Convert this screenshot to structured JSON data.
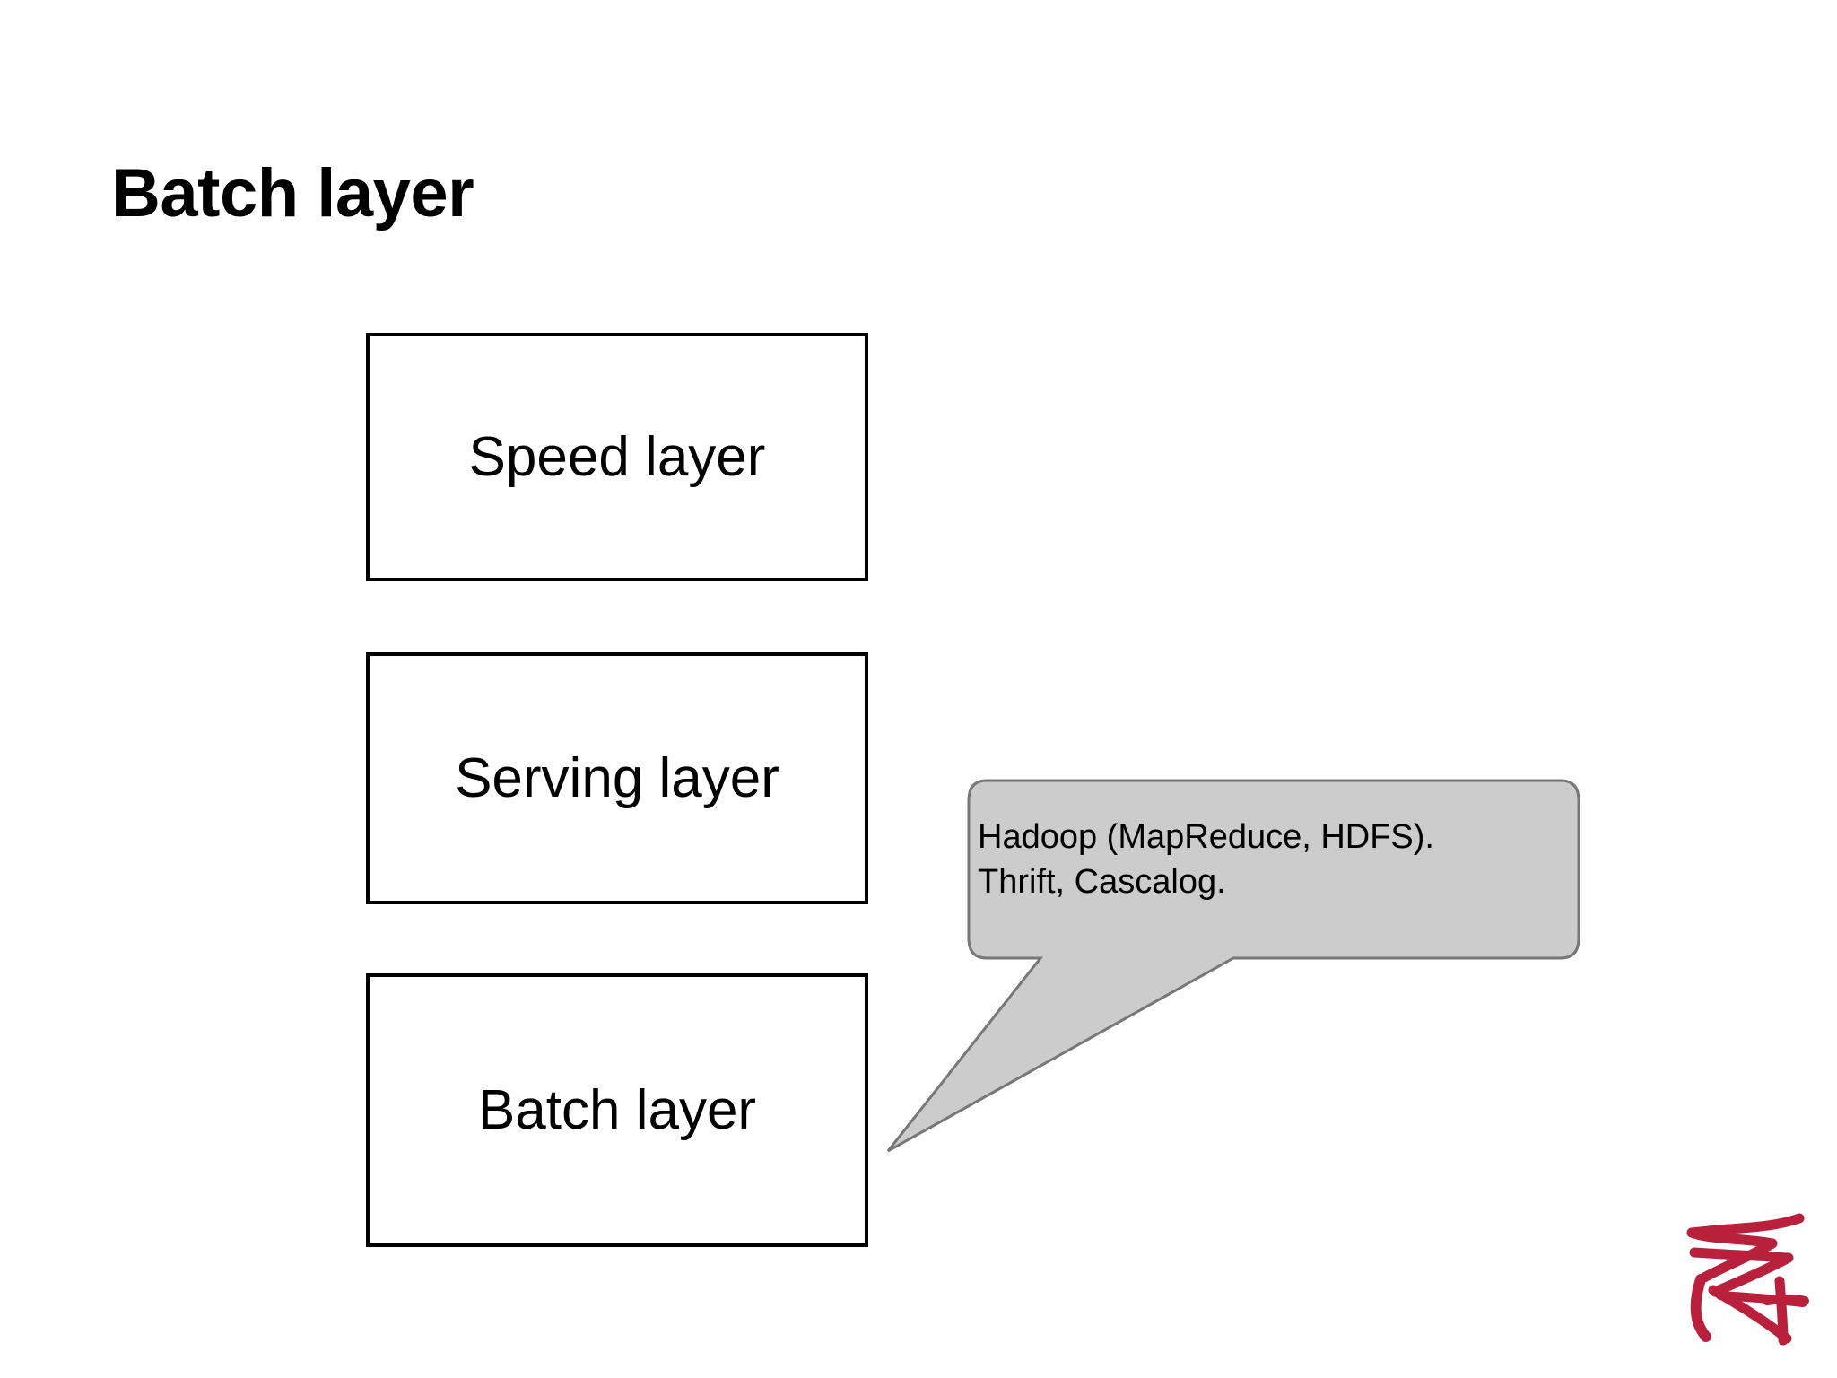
{
  "slide": {
    "title": "Batch layer",
    "background_color": "#FFFFFF"
  },
  "diagram": {
    "boxes": [
      {
        "id": "speed",
        "label": "Speed layer",
        "border_color": "#000000",
        "fill_color": "#FFFFFF"
      },
      {
        "id": "serving",
        "label": "Serving layer",
        "border_color": "#000000",
        "fill_color": "#FFFFFF"
      },
      {
        "id": "batch",
        "label": "Batch layer",
        "border_color": "#000000",
        "fill_color": "#FFFFFF"
      }
    ]
  },
  "callout": {
    "text": "Hadoop (MapReduce, HDFS).\nThrift, Cascalog.",
    "line1": "Hadoop (MapReduce, HDFS).",
    "line2": "Thrift, Cascalog.",
    "fill_color": "#CCCCCC",
    "border_color": "#777777",
    "points_to": "batch"
  },
  "signature": {
    "name": "zk-signature-logo",
    "color": "#B8203C"
  }
}
